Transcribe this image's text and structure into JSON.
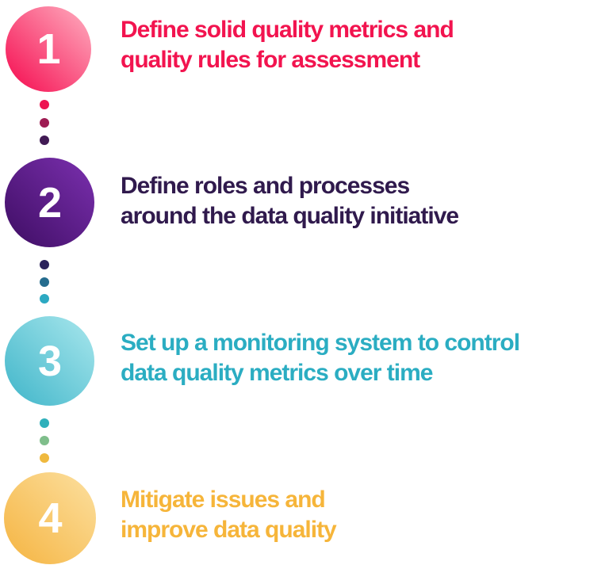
{
  "background": "#ffffff",
  "steps": [
    {
      "number": "1",
      "label_line1": "Define solid quality metrics and",
      "label_line2": "quality rules for assessment",
      "text_color": "#F2144F",
      "circle_gradient_light": "#FFB0C1",
      "circle_gradient_dark": "#F5094E"
    },
    {
      "number": "2",
      "label_line1": "Define roles and processes",
      "label_line2": "around the data quality initiative",
      "text_color": "#301A4D",
      "circle_gradient_light": "#7B30AF",
      "circle_gradient_dark": "#3E0D63"
    },
    {
      "number": "3",
      "label_line1": "Set up a monitoring system to control",
      "label_line2": "data quality metrics over time",
      "text_color": "#2BADC2",
      "circle_gradient_light": "#A9E7ED",
      "circle_gradient_dark": "#3FB5C9"
    },
    {
      "number": "4",
      "label_line1": "Mitigate issues and",
      "label_line2": "improve data quality",
      "text_color": "#F6B53A",
      "circle_gradient_light": "#FCE0A0",
      "circle_gradient_dark": "#F5B441"
    }
  ],
  "connectors": [
    {
      "dots": [
        "#ED1551",
        "#9E1C53",
        "#411A54"
      ]
    },
    {
      "dots": [
        "#2A215B",
        "#256C8E",
        "#2CA9C2"
      ]
    },
    {
      "dots": [
        "#2FB0BB",
        "#7FBE8B",
        "#EFB93E"
      ]
    }
  ]
}
